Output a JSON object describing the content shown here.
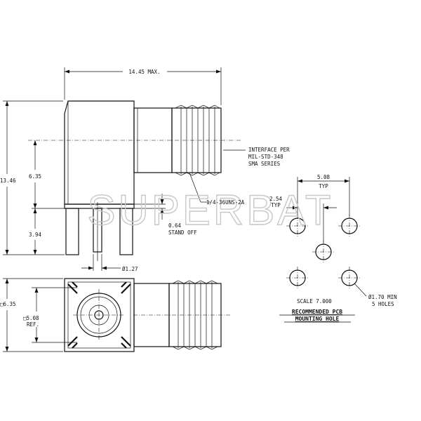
{
  "watermark": "SUPERBAT",
  "dimensions": {
    "overall_length": "14.45 MAX.",
    "height_total": "13.46",
    "height_upper": "6.35",
    "height_lower": "3.94",
    "stand_off_value": "0.64",
    "stand_off_label": "STAND OFF",
    "pin_diameter": "Ø1.27",
    "square_size": "□6.35",
    "square_ref_value": "□5.08",
    "square_ref_label": "REF.",
    "thread": "1/4-36UNS-2A"
  },
  "interface_note": {
    "line1": "INTERFACE PER",
    "line2": "MIL-STD-348",
    "line3": "SMA SERIES"
  },
  "pcb": {
    "spacing": "5.08",
    "spacing_typ": "TYP",
    "pitch": "2.54",
    "pitch_typ": "TYP",
    "hole_note_line1": "Ø1.70 MIN",
    "hole_note_line2": "5 HOLES",
    "scale": "SCALE  7.000",
    "title_line1": "RECOMMENDED PCB",
    "title_line2": "MOUNTING HOLE"
  }
}
